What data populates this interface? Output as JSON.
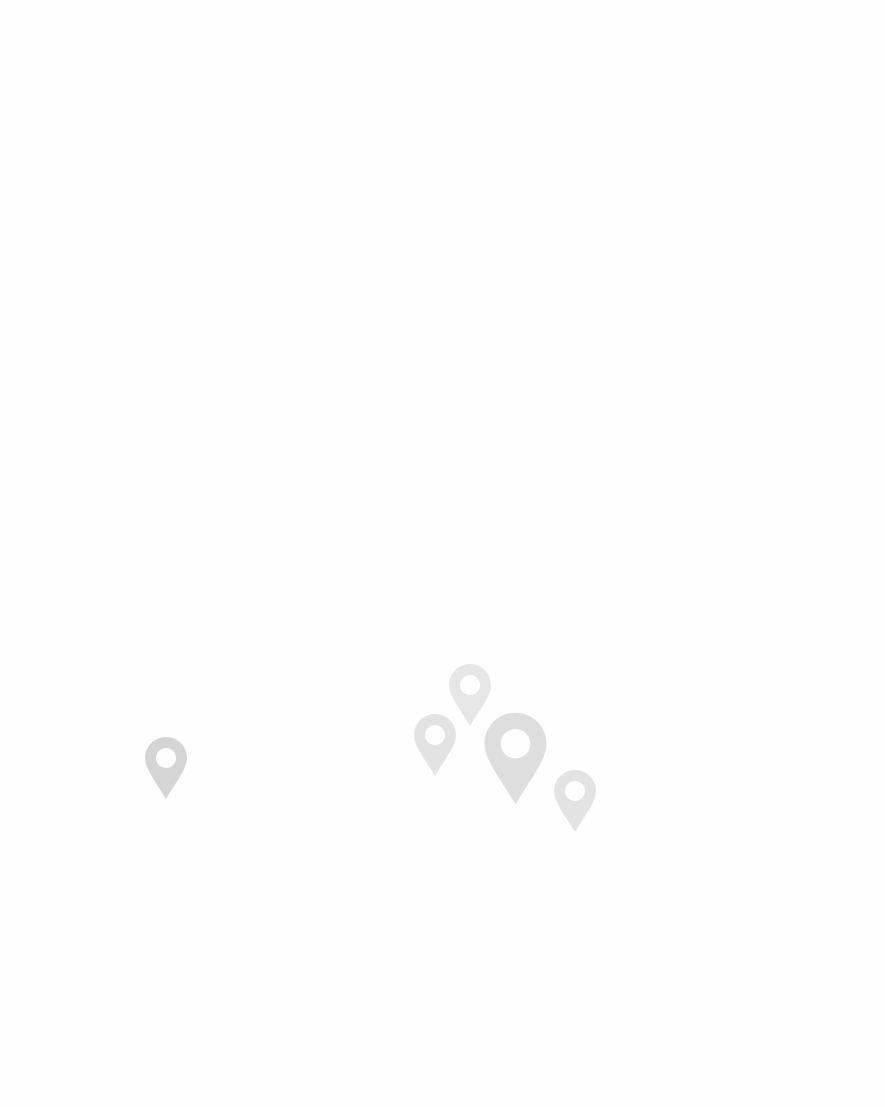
{
  "map": {
    "background_color": "#fefefe",
    "markers": [
      {
        "icon": "map-pin-icon",
        "color": "#d5d5d5",
        "state": "default"
      },
      {
        "icon": "map-pin-icon",
        "color": "#e3e3e3",
        "state": "default"
      },
      {
        "icon": "map-pin-icon",
        "color": "#e6e6e6",
        "state": "default"
      },
      {
        "icon": "map-pin-icon",
        "color": "#dedede",
        "state": "highlighted"
      },
      {
        "icon": "map-pin-icon",
        "color": "#e3e3e3",
        "state": "default"
      }
    ]
  }
}
